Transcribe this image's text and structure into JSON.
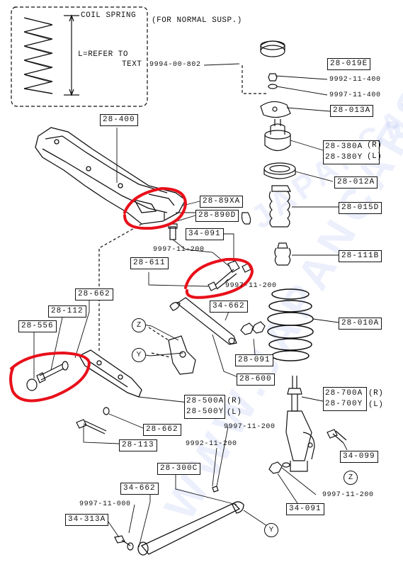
{
  "inset": {
    "title": "COIL SPRING",
    "note": "(FOR NORMAL SUSP.)",
    "length_line1": "L=REFER TO",
    "length_line2": "TEXT"
  },
  "callouts": {
    "c1": "28-019E",
    "c2": "28-013A",
    "c3": "28-380A",
    "c3_suffix": "(R)",
    "c4": "28-380Y",
    "c4_suffix": "(L)",
    "c5": "28-012A",
    "c6": "28-015D",
    "c7": "28-111B",
    "c8": "28-010A",
    "c9": "28-700A",
    "c9_suffix": "(R)",
    "c10": "28-700Y",
    "c10_suffix": "(L)",
    "c11": "34-099",
    "c12": "34-091",
    "c13": "28-400",
    "c14": "28-89XA",
    "c15": "28-890D",
    "c16": "34-091",
    "c17": "28-611",
    "c18": "28-662",
    "c19": "28-112",
    "c20": "28-556",
    "c21": "34-662",
    "c22": "28-091",
    "c23": "28-600",
    "c24": "28-500A",
    "c24_suffix": "(R)",
    "c25": "28-500Y",
    "c25_suffix": "(L)",
    "c26": "28-662",
    "c27": "28-113",
    "c28": "28-300C",
    "c29": "34-662",
    "c30": "34-313A"
  },
  "part_numbers": {
    "p1": "9994-00-802",
    "p2": "9992-11-400",
    "p3": "9997-11-400",
    "p4": "9997-11-200",
    "p5": "9997-11-200",
    "p6": "9997-11-200",
    "p7": "9992-11-200",
    "p8": "9997-11-200",
    "p9": "9997-11-000"
  },
  "markers": {
    "z1": "Z",
    "y1": "Y",
    "z2": "Z",
    "y2": "Y"
  },
  "watermark": "WWW.JAPANCARS.RU",
  "watermark_short": "JAPANCARS.RU",
  "colors": {
    "ink": "#111111",
    "highlight": "#e8101a",
    "watermark": "#6e82e6"
  }
}
